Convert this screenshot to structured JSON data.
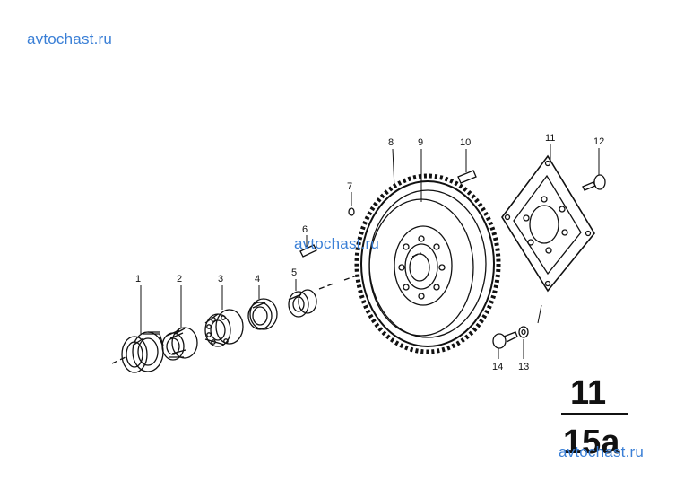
{
  "watermarks": {
    "top_left": "avtochast.ru",
    "center": "avtochast.ru",
    "bottom_right": "avtochast.ru"
  },
  "group": {
    "main": "11",
    "sub": "15a"
  },
  "callouts": [
    "1",
    "2",
    "3",
    "4",
    "5",
    "6",
    "7",
    "8",
    "9",
    "10",
    "11",
    "12",
    "13",
    "14"
  ]
}
